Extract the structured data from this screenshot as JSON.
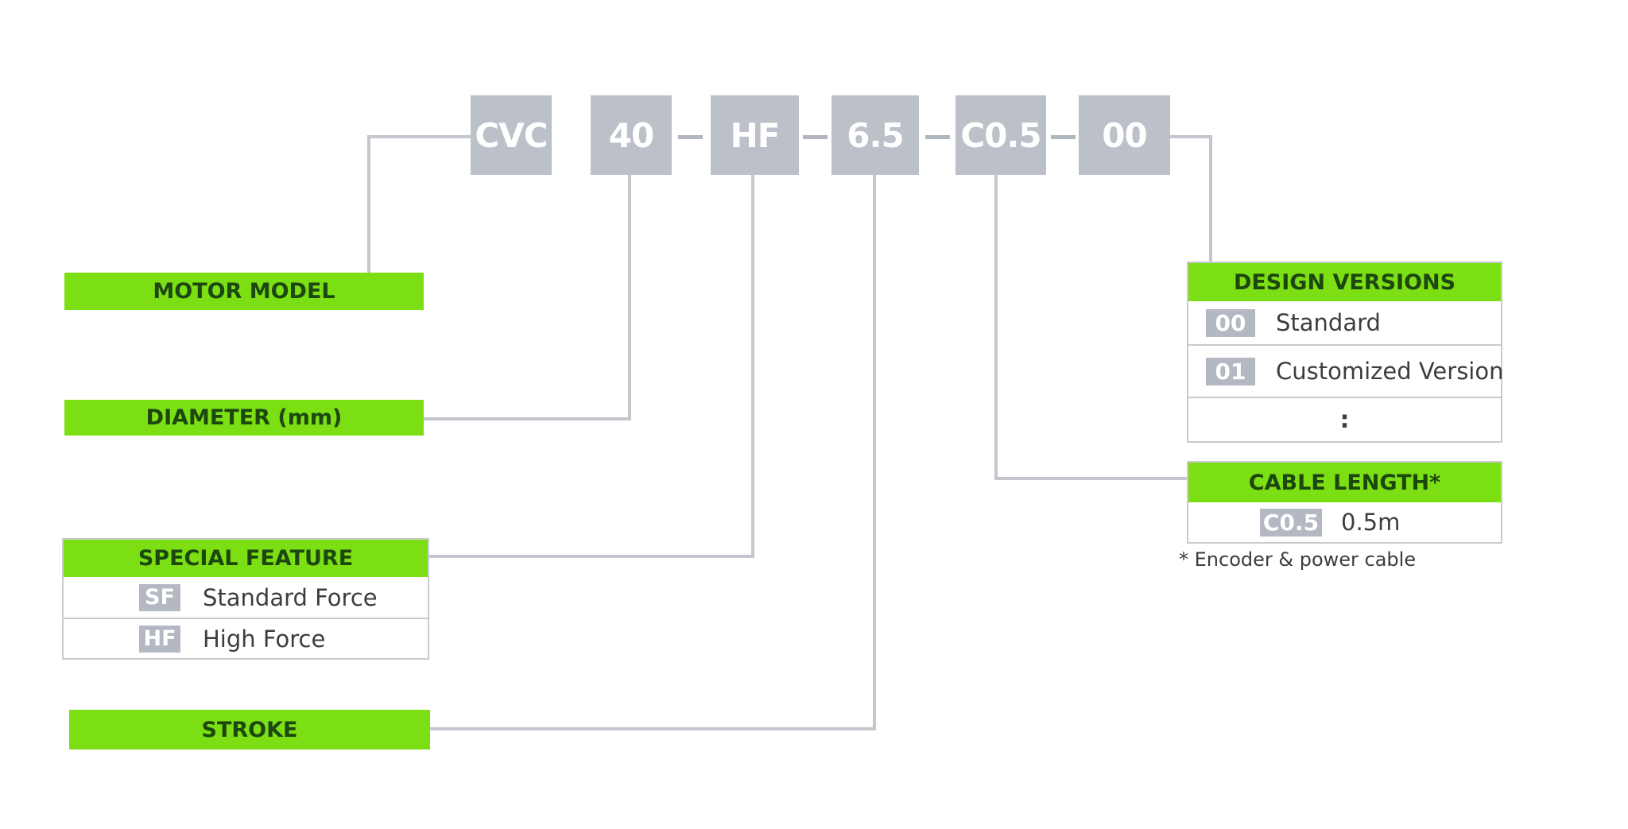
{
  "order_code": {
    "segments": [
      {
        "text": "CVC"
      },
      {
        "text": "40"
      },
      {
        "text": "HF"
      },
      {
        "text": "6.5"
      },
      {
        "text": "C0.5"
      },
      {
        "text": "00"
      }
    ]
  },
  "left_labels": {
    "motor_model": "MOTOR MODEL",
    "diameter": "DIAMETER (mm)",
    "stroke": "STROKE"
  },
  "special_feature_table": {
    "title": "SPECIAL FEATURE",
    "rows": [
      {
        "code": "SF",
        "label": "Standard Force"
      },
      {
        "code": "HF",
        "label": "High Force"
      }
    ]
  },
  "design_versions_table": {
    "title": "DESIGN VERSIONS",
    "rows": [
      {
        "code": "00",
        "label": "Standard"
      },
      {
        "code": "01",
        "label": "Customized Version"
      }
    ],
    "continuation_mark": ":"
  },
  "cable_length_table": {
    "title": "CABLE LENGTH*",
    "rows": [
      {
        "code": "C0.5",
        "label": "0.5m"
      }
    ]
  },
  "footnote": "* Encoder & power cable",
  "colors": {
    "accent_green": "#7bdf14",
    "green_text": "#1c470e",
    "code_box_gray": "#bcc0c9",
    "badge_gray": "#b4b8c2",
    "dash_gray": "#b0b5bf",
    "connector_gray": "#c4c7cd",
    "table_border_gray": "#c8cbd0",
    "body_text": "#3d3d3d"
  }
}
